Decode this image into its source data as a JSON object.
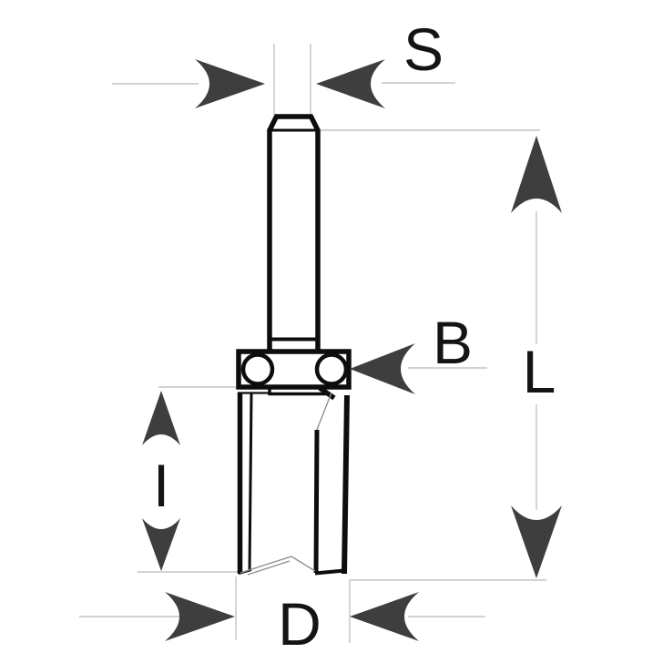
{
  "diagram": {
    "labels": {
      "shank_diameter": "S",
      "bearing_diameter": "B",
      "overall_length": "L",
      "cutting_length": "I",
      "cutting_diameter": "D"
    },
    "colors": {
      "background": "#ffffff",
      "bit_outline": "#0d0d0d",
      "inner_line": "#8f8f8f",
      "arrow": "#3e3e3e",
      "label_text": "#141414",
      "extension_line": "#c3c3c3"
    }
  }
}
